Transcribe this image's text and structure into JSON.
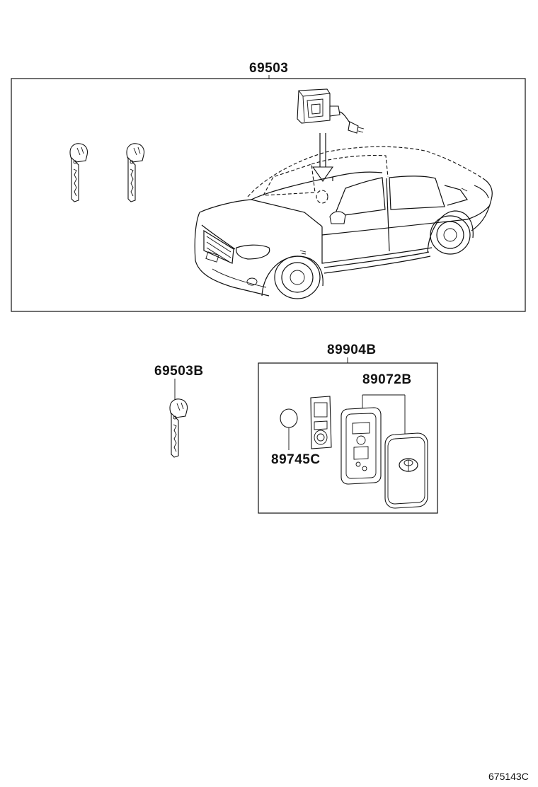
{
  "callouts": {
    "main_kit": "69503",
    "spare_key": "69503B",
    "smart_key_assy": "89904B",
    "case": "89072B",
    "battery": "89745C"
  },
  "figure_code": "675143C"
}
